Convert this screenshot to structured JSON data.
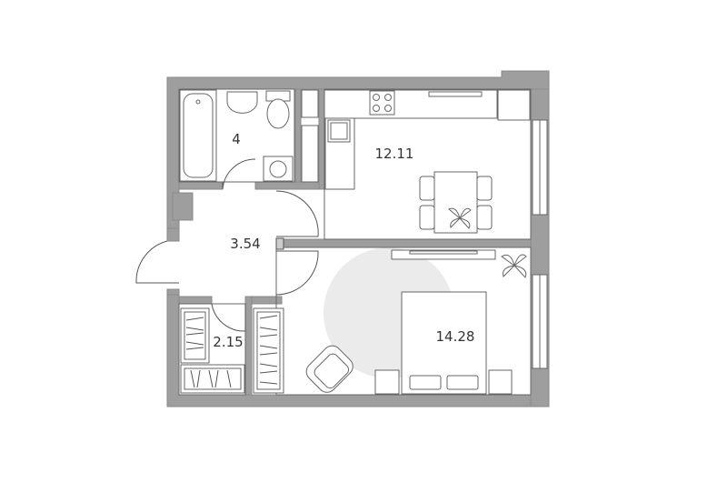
{
  "floorplan": {
    "rooms": [
      {
        "id": "bathroom",
        "area": "4"
      },
      {
        "id": "kitchen",
        "area": "12.11"
      },
      {
        "id": "hallway",
        "area": "3.54"
      },
      {
        "id": "closet",
        "area": "2.15"
      },
      {
        "id": "bedroom",
        "area": "14.28"
      }
    ],
    "colors": {
      "wall": "#9e9e9e",
      "wall_edge": "#8a8a8a",
      "line": "#666666",
      "circle": "#ebebeb",
      "text": "#333333"
    }
  }
}
